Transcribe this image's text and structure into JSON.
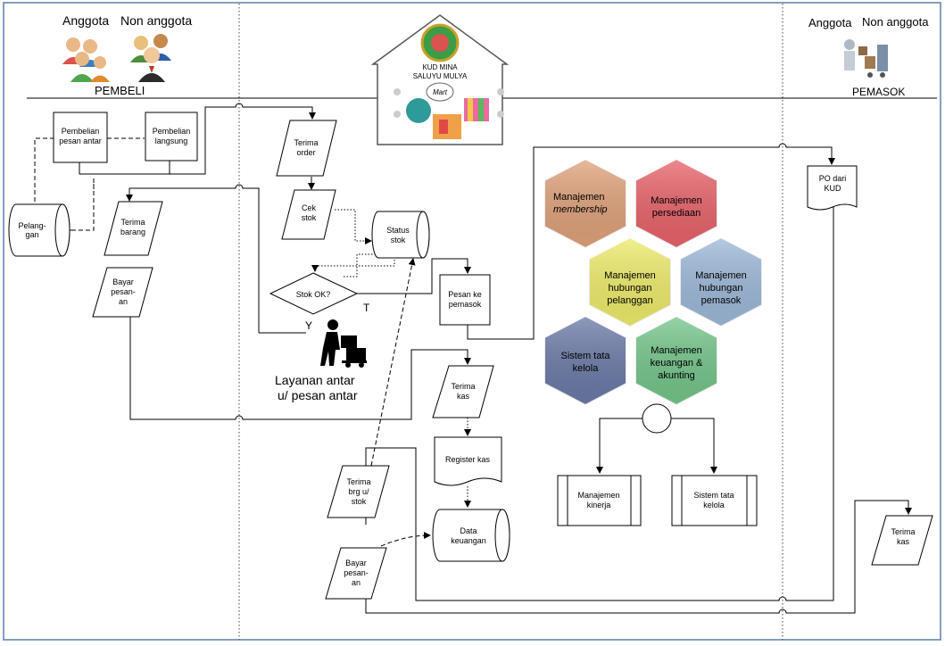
{
  "buyer": {
    "member": "Anggota",
    "non_member": "Non anggota",
    "title": "PEMBELI",
    "customer": [
      "Pelang-",
      "gan"
    ],
    "purchase_delivery": [
      "Pembelian",
      "pesan antar"
    ],
    "purchase_direct": [
      "Pembelian",
      "langsung"
    ],
    "receive_goods": [
      "Terima",
      "barang"
    ],
    "pay_order": [
      "Bayar",
      "pesan-",
      "an"
    ]
  },
  "store": {
    "logo_line1": "KUD MINA",
    "logo_line2": "SALUYU MULYA",
    "logo_mart": "Mart",
    "receive_order": [
      "Terima",
      "order"
    ],
    "check_stock": [
      "Cek",
      "stok"
    ],
    "stock_status": [
      "Status",
      "stok"
    ],
    "stock_ok": "Stok OK?",
    "yes": "Y",
    "no": "T",
    "order_supplier": [
      "Pesan ke",
      "pemasok"
    ],
    "delivery_service": [
      "Layanan antar",
      "u/ pesan antar"
    ],
    "receive_cash": [
      "Terima",
      "kas"
    ],
    "cash_register": "Register kas",
    "receive_goods_stock": [
      "Terima",
      "brg u/",
      "stok"
    ],
    "financial_data": [
      "Data",
      "keuangan"
    ],
    "pay_order": [
      "Bayar",
      "pesan-",
      "an"
    ]
  },
  "management": {
    "hexagons": [
      {
        "lines": [
          "Manajemen"
        ],
        "italic": "membership",
        "color": "#E0A27A"
      },
      {
        "lines": [
          "Manajemen",
          "persediaan"
        ],
        "color": "#E8636A"
      },
      {
        "lines": [
          "Manajemen",
          "hubungan",
          "pelanggan"
        ],
        "color": "#EEEC6A"
      },
      {
        "lines": [
          "Manajemen",
          "hubungan",
          "pemasok"
        ],
        "color": "#9DB9D9"
      },
      {
        "lines": [
          "Sistem tata",
          "kelola"
        ],
        "color": "#6B7AA7"
      },
      {
        "lines": [
          "Manajemen",
          "keuangan &",
          "akunting"
        ],
        "color": "#74C68A"
      }
    ],
    "performance": [
      "Manajemen",
      "kinerja"
    ],
    "governance": [
      "Sistem tata",
      "kelola"
    ]
  },
  "supplier": {
    "member": "Anggota",
    "non_member": "Non anggota",
    "title": "PEMASOK",
    "po": [
      "PO dari",
      "KUD"
    ],
    "receive_cash": [
      "Terima",
      "kas"
    ]
  }
}
